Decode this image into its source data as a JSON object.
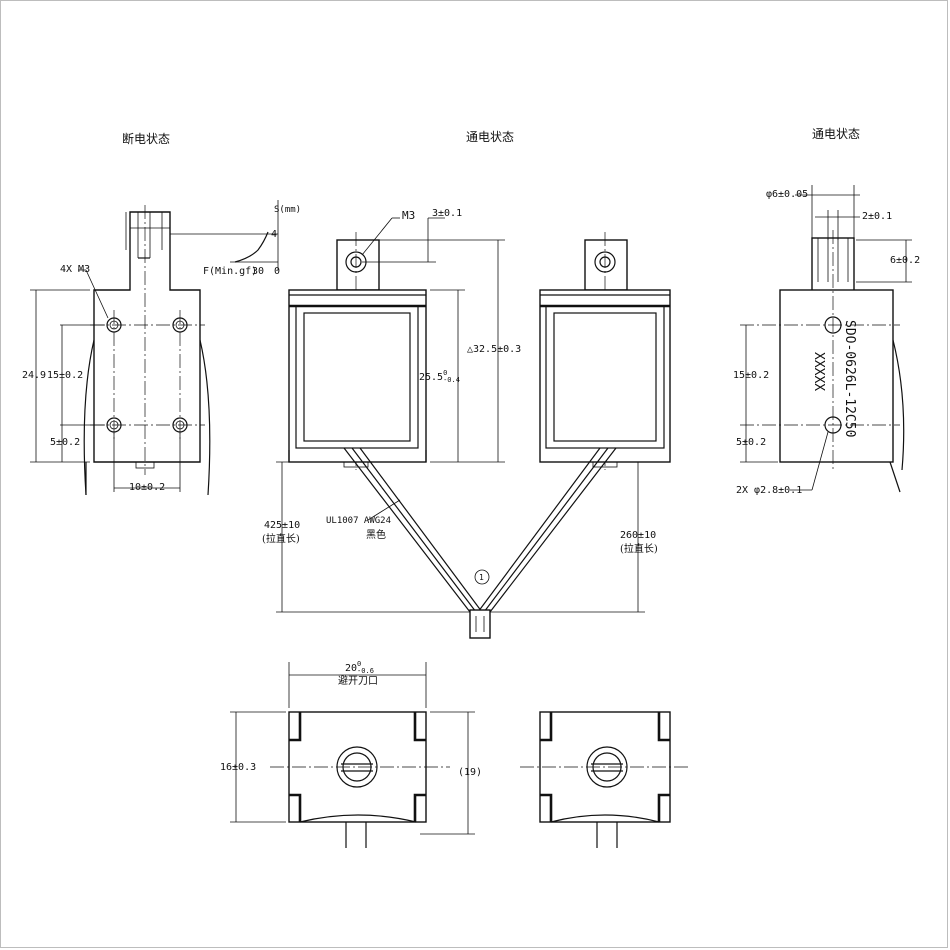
{
  "views": {
    "off": "断电状态",
    "on_front": "通电状态",
    "on_side": "通电状态"
  },
  "force_stroke": {
    "s_axis": "S(mm)",
    "stroke_value": "4",
    "f_axis": "F(Min.gf)",
    "force_value": "30",
    "zero": "0"
  },
  "dims": {
    "holes_4x": "4X M3",
    "h_24_9": "24.9",
    "h_15_left": "15±0.2",
    "h_5_left": "5±0.2",
    "w_10": "10±0.2",
    "m3": "M3",
    "d_3": "3±0.1",
    "h_32_5": "△32.5±0.3",
    "h_25_5": "25.5",
    "h_25_5_tol_up": "0",
    "h_25_5_tol_dn": "-0.4",
    "lead_425": "425±10",
    "lead_425_note": "(拉直长)",
    "wire_spec": "UL1007 AWG24",
    "wire_color": "黑色",
    "lead_260": "260±10",
    "lead_260_note": "(拉直长)",
    "balloon": "1",
    "phi_6": "φ6±0.05",
    "d_2": "2±0.1",
    "h_6": "6±0.2",
    "h_15_right": "15±0.2",
    "h_5_right": "5±0.2",
    "holes_2x": "2X φ2.8±0.1",
    "w_20": "20",
    "w_20_tol_up": "0",
    "w_20_tol_dn": "-0.6",
    "w_20_note": "避开刀口",
    "h_16": "16±0.3",
    "h_19": "(19)"
  },
  "marking": {
    "model": "SDO-0626L-12C50",
    "code": "XXXXX"
  }
}
